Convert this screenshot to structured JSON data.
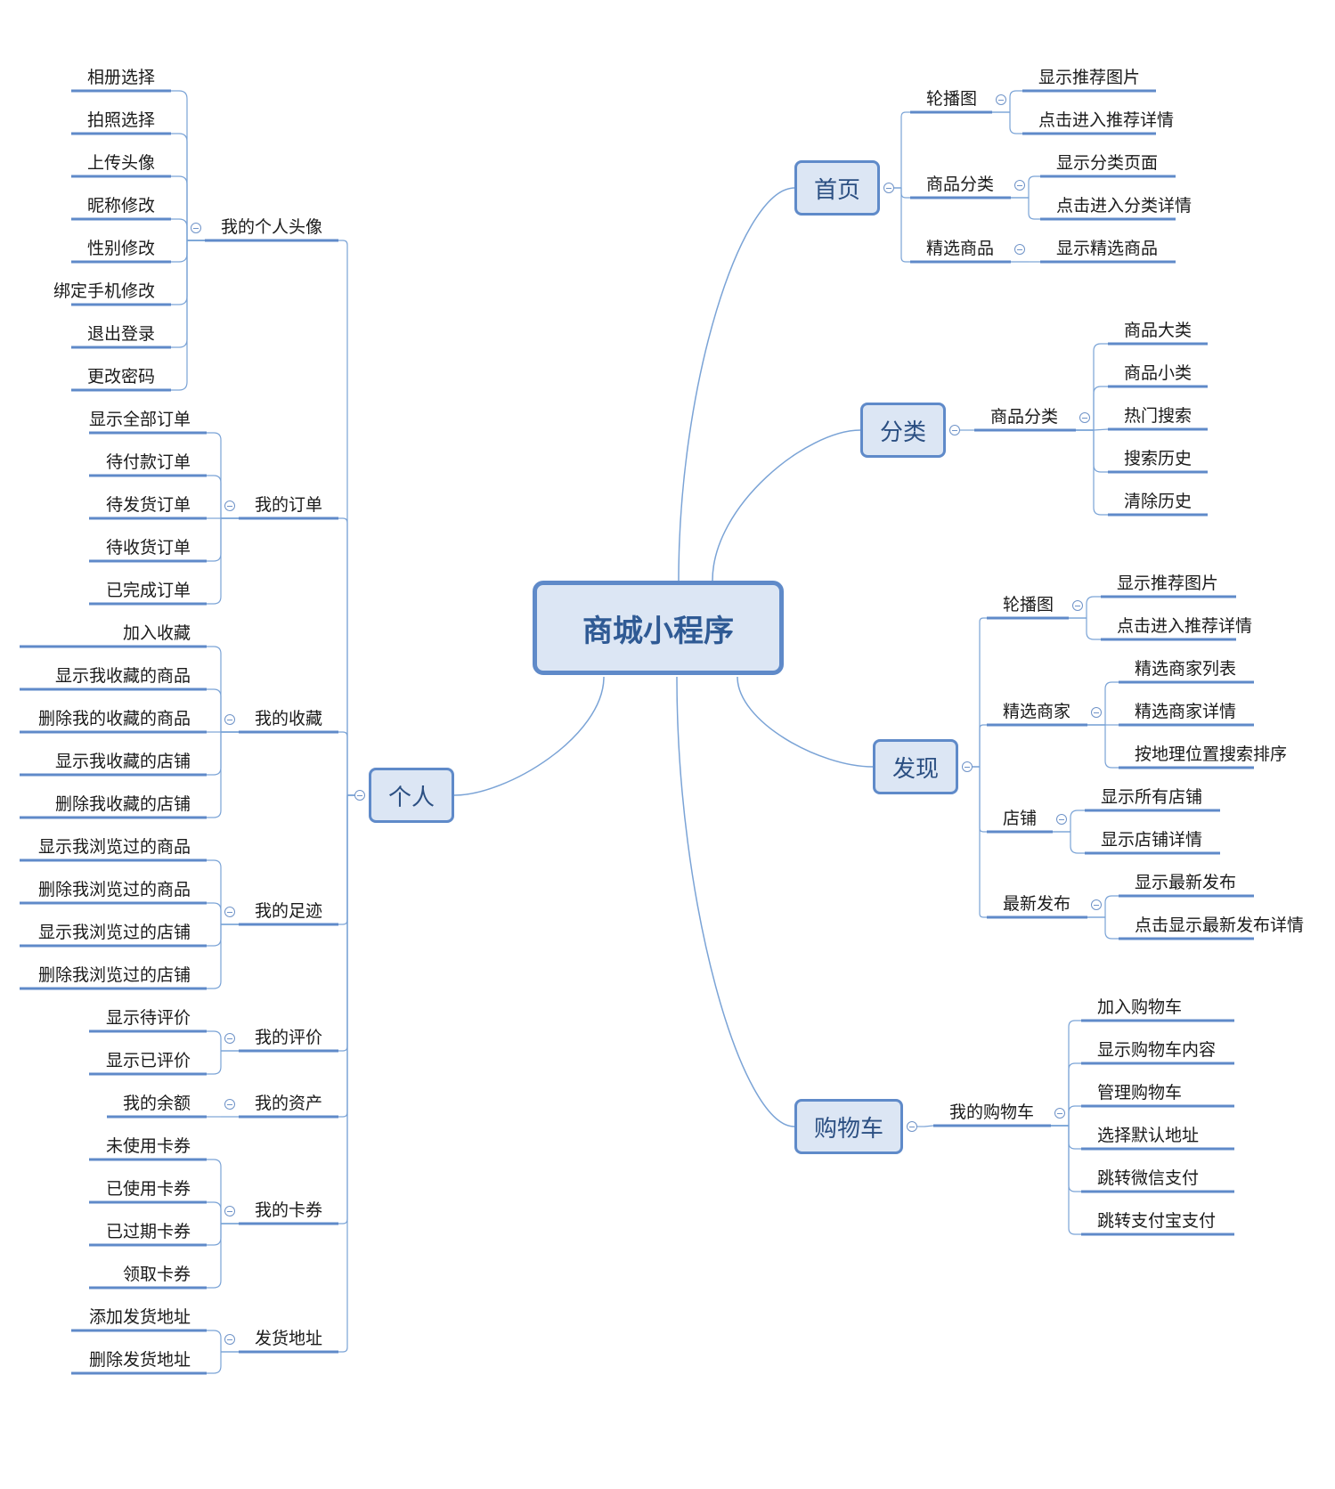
{
  "root": "商城小程序",
  "colors": {
    "line": "#7aa3d6",
    "underline": "#5f8ac9",
    "box_fill": "#dce6f4",
    "box_border": "#5f8ac9"
  },
  "branches": [
    {
      "id": "home",
      "label": "首页",
      "groups": [
        {
          "label": "轮播图",
          "items": [
            "显示推荐图片",
            "点击进入推荐详情"
          ]
        },
        {
          "label": "商品分类",
          "items": [
            "显示分类页面",
            "点击进入分类详情"
          ]
        },
        {
          "label": "精选商品",
          "items": [
            "显示精选商品"
          ]
        }
      ]
    },
    {
      "id": "category",
      "label": "分类",
      "groups": [
        {
          "label": "商品分类",
          "items": [
            "商品大类",
            "商品小类",
            "热门搜索",
            "搜索历史",
            "清除历史"
          ]
        }
      ]
    },
    {
      "id": "discover",
      "label": "发现",
      "groups": [
        {
          "label": "轮播图",
          "items": [
            "显示推荐图片",
            "点击进入推荐详情"
          ]
        },
        {
          "label": "精选商家",
          "items": [
            "精选商家列表",
            "精选商家详情",
            "按地理位置搜索排序"
          ]
        },
        {
          "label": "店铺",
          "items": [
            "显示所有店铺",
            "显示店铺详情"
          ]
        },
        {
          "label": "最新发布",
          "items": [
            "显示最新发布",
            "点击显示最新发布详情"
          ]
        }
      ]
    },
    {
      "id": "cart",
      "label": "购物车",
      "groups": [
        {
          "label": "我的购物车",
          "items": [
            "加入购物车",
            "显示购物车内容",
            "管理购物车",
            "选择默认地址",
            "跳转微信支付",
            "跳转支付宝支付"
          ]
        }
      ]
    },
    {
      "id": "personal",
      "label": "个人",
      "groups": [
        {
          "label": "我的个人头像",
          "items": [
            "相册选择",
            "拍照选择",
            "上传头像",
            "昵称修改",
            "性别修改",
            "绑定手机修改",
            "退出登录",
            "更改密码"
          ]
        },
        {
          "label": "我的订单",
          "items": [
            "显示全部订单",
            "待付款订单",
            "待发货订单",
            "待收货订单",
            "已完成订单"
          ]
        },
        {
          "label": "我的收藏",
          "items": [
            "加入收藏",
            "显示我收藏的商品",
            "删除我的收藏的商品",
            "显示我收藏的店铺",
            "删除我收藏的店铺"
          ]
        },
        {
          "label": "我的足迹",
          "items": [
            "显示我浏览过的商品",
            "删除我浏览过的商品",
            "显示我浏览过的店铺",
            "删除我浏览过的店铺"
          ]
        },
        {
          "label": "我的评价",
          "items": [
            "显示待评价",
            "显示已评价"
          ]
        },
        {
          "label": "我的资产",
          "items": [
            "我的余额"
          ]
        },
        {
          "label": "我的卡券",
          "items": [
            "未使用卡券",
            "已使用卡券",
            "已过期卡券",
            "领取卡券"
          ]
        },
        {
          "label": "发货地址",
          "items": [
            "添加发货地址",
            "删除发货地址"
          ]
        }
      ]
    }
  ]
}
